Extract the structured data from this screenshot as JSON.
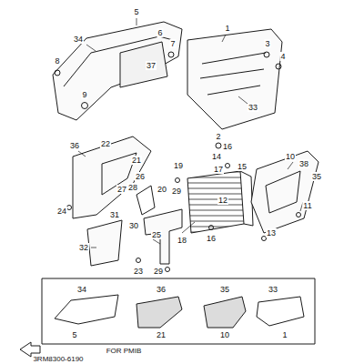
{
  "diagram": {
    "labels": [
      "5",
      "34",
      "6",
      "7",
      "37",
      "8",
      "9",
      "1",
      "3",
      "4",
      "33",
      "2",
      "36",
      "22",
      "21",
      "19",
      "16",
      "14",
      "17",
      "15",
      "10",
      "38",
      "35",
      "26",
      "28",
      "27",
      "20",
      "29",
      "24",
      "31",
      "30",
      "12",
      "11",
      "25",
      "18",
      "16",
      "13",
      "32",
      "23",
      "29",
      "34",
      "36",
      "35",
      "33",
      "5",
      "21",
      "10",
      "1",
      "FOR PMIB",
      "3RM8300-6190"
    ]
  }
}
